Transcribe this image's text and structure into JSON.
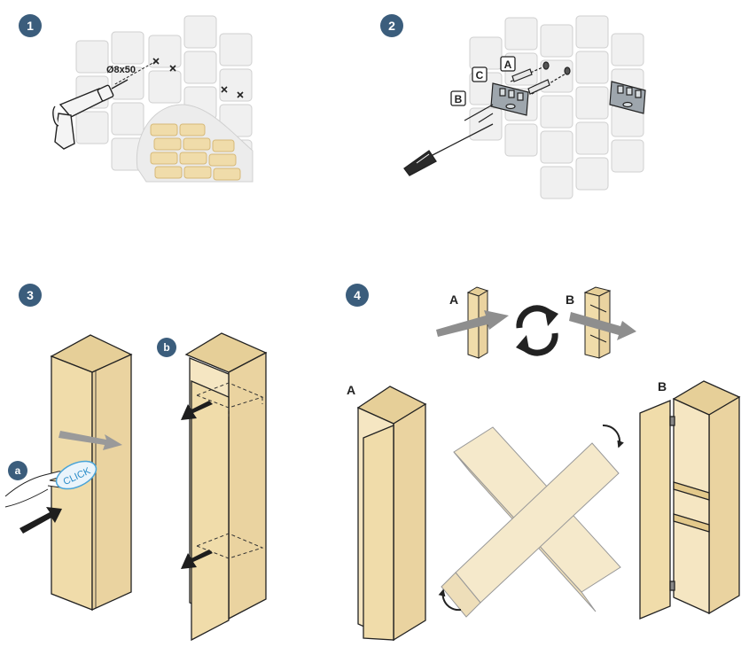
{
  "steps": [
    {
      "number": "1",
      "drill_label": "Ø8x50"
    },
    {
      "number": "2",
      "parts": {
        "a": "A",
        "b": "B",
        "c": "C"
      }
    },
    {
      "number": "3",
      "sub_a": "a",
      "sub_b": "b",
      "click_label": "CLICK"
    },
    {
      "number": "4",
      "option_a": "A",
      "option_b": "B",
      "panel_a": "A",
      "panel_b": "B"
    }
  ],
  "colors": {
    "badge": "#3b5d7c",
    "wood": "#f0dcaa",
    "wood_dark": "#e3c98b",
    "outline": "#222222",
    "tile": "#eeeeee",
    "tile_stroke": "#c8c8c8",
    "arrow_grey": "#8a8a8a"
  },
  "icons": [
    "drill-icon",
    "screwdriver-icon",
    "hand-icon",
    "rotate-icon",
    "arrow-icon"
  ]
}
